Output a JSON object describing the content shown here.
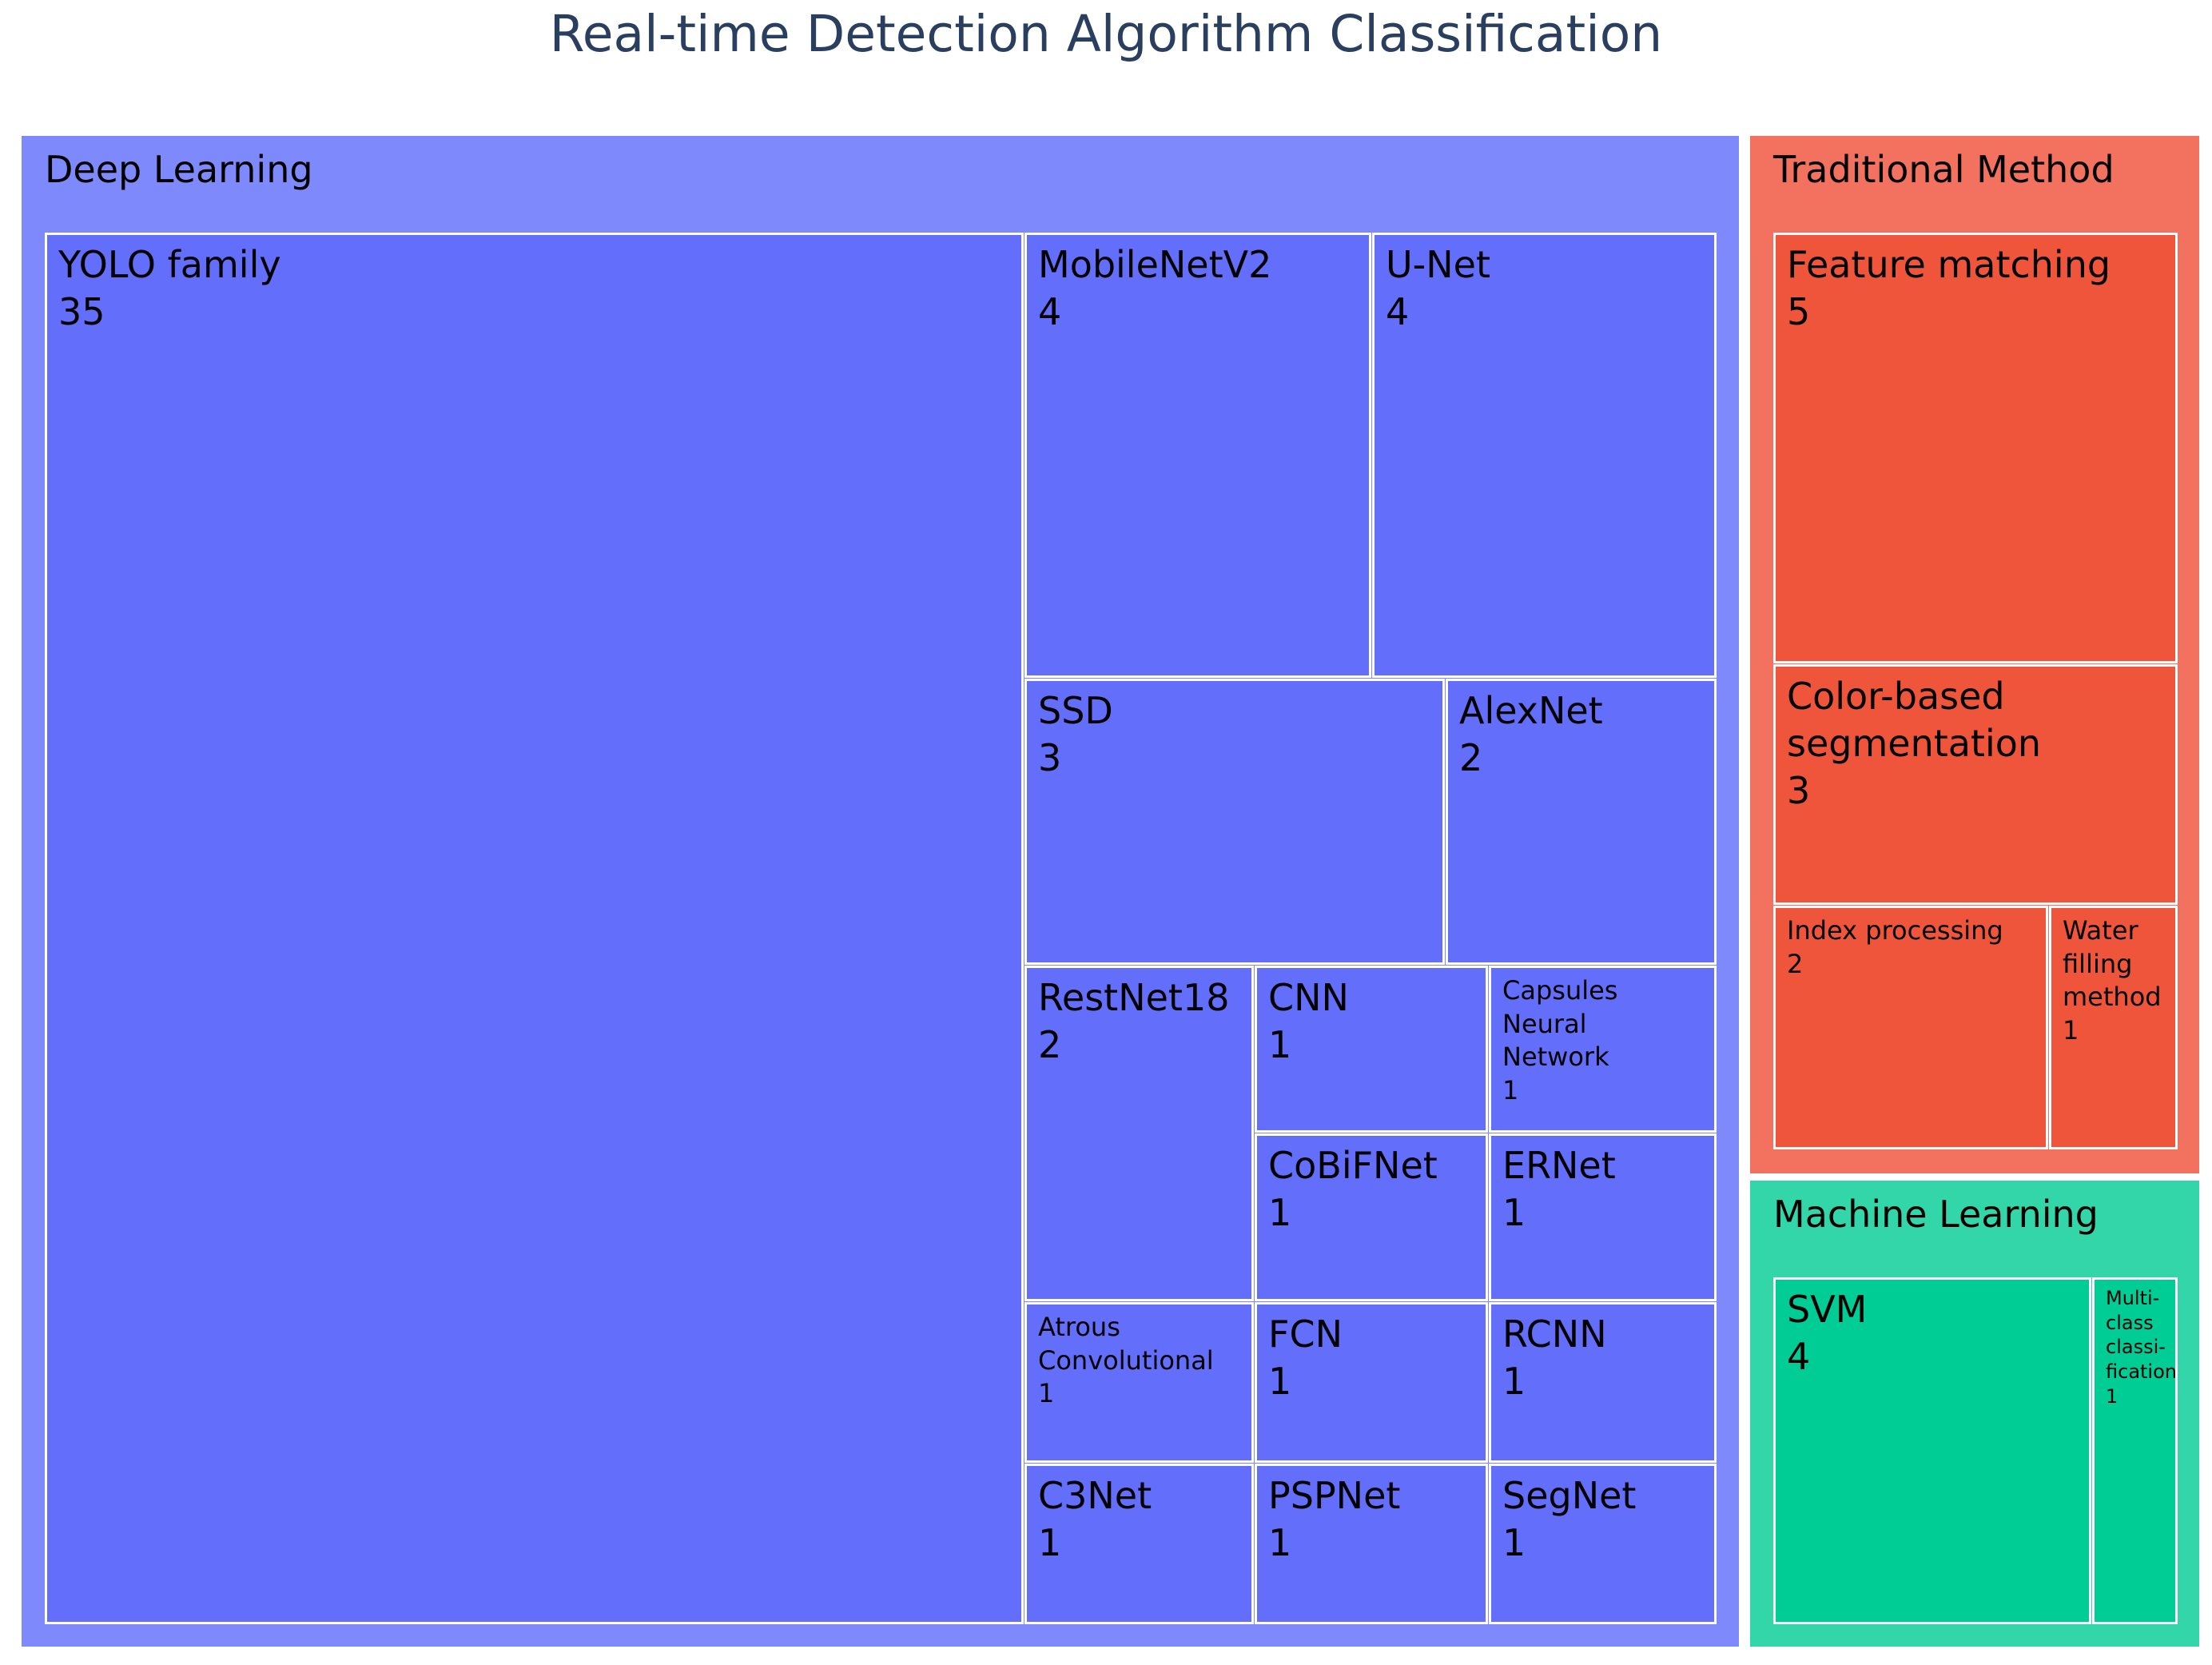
{
  "chart_data": {
    "type": "treemap",
    "title": "Real-time Detection Algorithm Classification",
    "title_color": "#2a3f5f",
    "legend_position": "none",
    "groups": [
      {
        "name": "Deep Learning",
        "color": "#636efa",
        "header_color": "#7e89fb",
        "children": [
          {
            "label": "YOLO family",
            "value": 35
          },
          {
            "label": "MobileNetV2",
            "value": 4
          },
          {
            "label": "U-Net",
            "value": 4
          },
          {
            "label": "SSD",
            "value": 3
          },
          {
            "label": "AlexNet",
            "value": 2
          },
          {
            "label": "RestNet18",
            "value": 2
          },
          {
            "label": "CNN",
            "value": 1
          },
          {
            "label": "Capsules Neural Network",
            "label_display": "Capsules\nNeural\nNetwork",
            "value": 1
          },
          {
            "label": "CoBiFNet",
            "value": 1
          },
          {
            "label": "ERNet",
            "value": 1
          },
          {
            "label": "Atrous Convolutional",
            "label_display": "Atrous\nConvolutional",
            "value": 1
          },
          {
            "label": "FCN",
            "value": 1
          },
          {
            "label": "RCNN",
            "value": 1
          },
          {
            "label": "C3Net",
            "value": 1
          },
          {
            "label": "PSPNet",
            "value": 1
          },
          {
            "label": "SegNet",
            "value": 1
          }
        ]
      },
      {
        "name": "Traditional Method",
        "color": "#ef553b",
        "header_color": "#f2715f",
        "children": [
          {
            "label": "Feature matching",
            "value": 5
          },
          {
            "label": "Color-based segmentation",
            "label_display": "Color-based\nsegmentation",
            "value": 3
          },
          {
            "label": "Index processing",
            "value": 2
          },
          {
            "label": "Water filling method",
            "label_display": "Water\nfilling\nmethod",
            "value": 1
          }
        ]
      },
      {
        "name": "Machine Learning",
        "color": "#00cc96",
        "header_color": "#33d6a8",
        "children": [
          {
            "label": "SVM",
            "value": 4
          },
          {
            "label": "Multi-class classification",
            "label_display": "Multi-\nclass\nclassi-\nfication",
            "value": 1
          }
        ]
      }
    ]
  }
}
